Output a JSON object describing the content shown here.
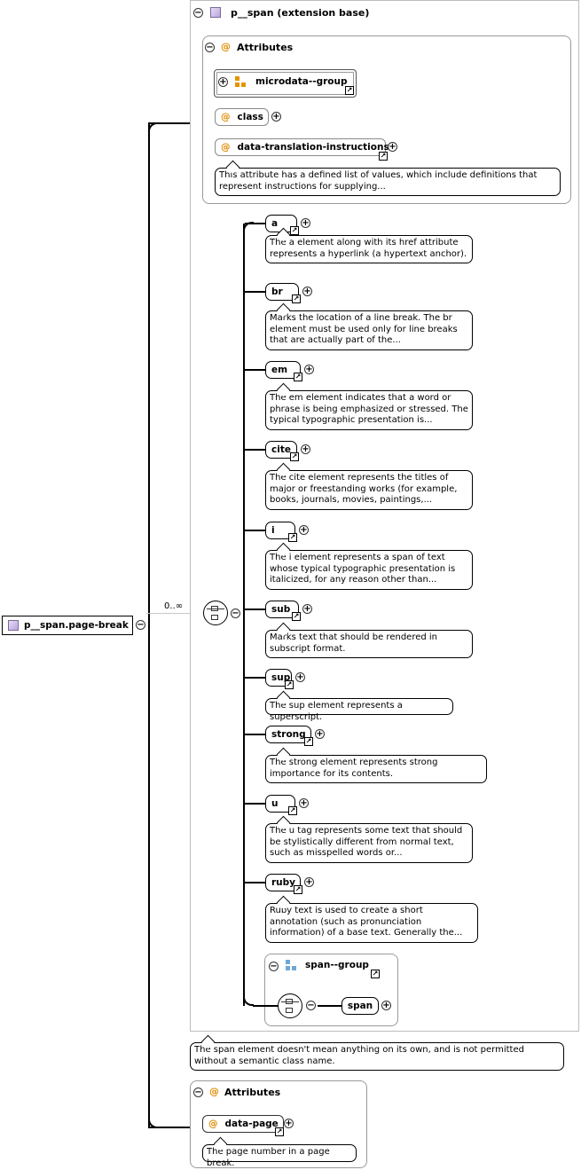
{
  "root": {
    "label": "p__span.page-break"
  },
  "cardinality": "0..∞",
  "extension": {
    "title": "p__span (extension base)",
    "attributes_title": "Attributes",
    "group": {
      "label": "microdata--group"
    },
    "attr_class": {
      "label": "class"
    },
    "attr_translation": {
      "label": "data-translation-instructions",
      "note": "This attribute has a defined list of values, which include definitions that represent instructions for supplying..."
    },
    "children": [
      {
        "label": "a",
        "note": "The a element along with its href attribute represents a hyperlink (a hypertext anchor)."
      },
      {
        "label": "br",
        "note": "Marks the location of a line break. The br element must be used only for line breaks that are actually part of the..."
      },
      {
        "label": "em",
        "note": "The em element indicates that a word or phrase is being emphasized or stressed. The typical typographic presentation is..."
      },
      {
        "label": "cite",
        "note": "The cite element represents the titles of major or freestanding works (for example, books, journals, movies, paintings,..."
      },
      {
        "label": "i",
        "note": "The i element represents a span of text whose typical typographic presentation is italicized, for any reason other than..."
      },
      {
        "label": "sub",
        "note": "Marks text that should be rendered in subscript format."
      },
      {
        "label": "sup",
        "note": "The sup element represents a superscript."
      },
      {
        "label": "strong",
        "note": "The strong element represents strong importance for its contents."
      },
      {
        "label": "u",
        "note": "The u tag represents some text that should be stylistically different from normal text, such as misspelled words or..."
      },
      {
        "label": "ruby",
        "note": "Ruby text is used to create a short annotation (such as pronunciation information) of a base text. Generally the..."
      }
    ],
    "span_group": {
      "label": "span--group",
      "child": "span"
    },
    "note": "The span element doesn't mean anything on its own, and is not permitted without a semantic class name."
  },
  "page_attributes": {
    "title": "Attributes",
    "attr": {
      "label": "data-page",
      "note": "The page number in a page break."
    }
  },
  "colors": {
    "attr_at": "#e08a00",
    "group_orange": "#e59400",
    "group_blue": "#6fa7d8"
  }
}
